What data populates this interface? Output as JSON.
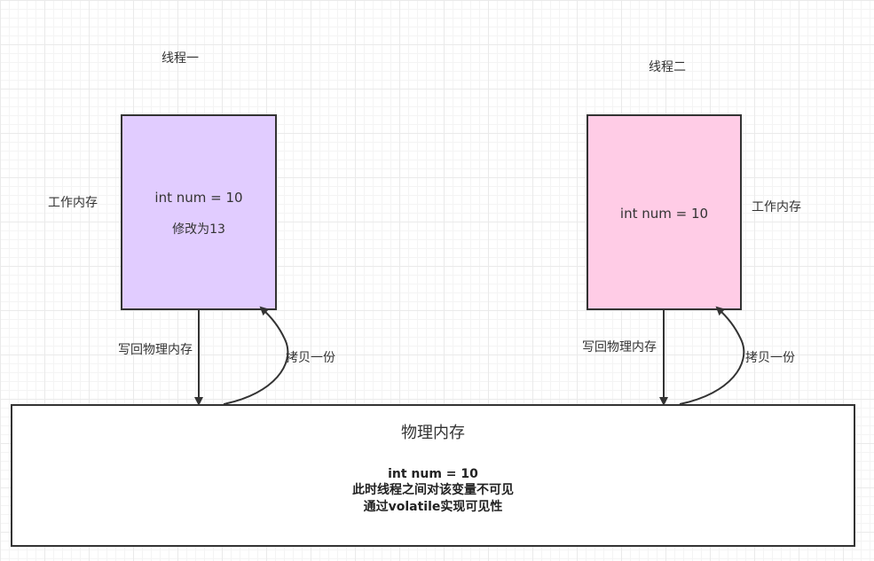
{
  "thread1": {
    "title": "线程一",
    "memory_label": "工作内存",
    "var_text": "int num = 10",
    "change_text": "修改为13",
    "fill": "#e1ccff",
    "write_label": "写回物理内存",
    "copy_label": "拷贝一份"
  },
  "thread2": {
    "title": "线程二",
    "memory_label": "工作内存",
    "var_text": "int num = 10",
    "fill": "#ffcce6",
    "write_label": "写回物理内存",
    "copy_label": "拷贝一份"
  },
  "physical_memory": {
    "title": "物理内存",
    "line1": "int num = 10",
    "line2": "此时线程之间对该变量不可见",
    "line3": "通过volatile实现可见性"
  }
}
